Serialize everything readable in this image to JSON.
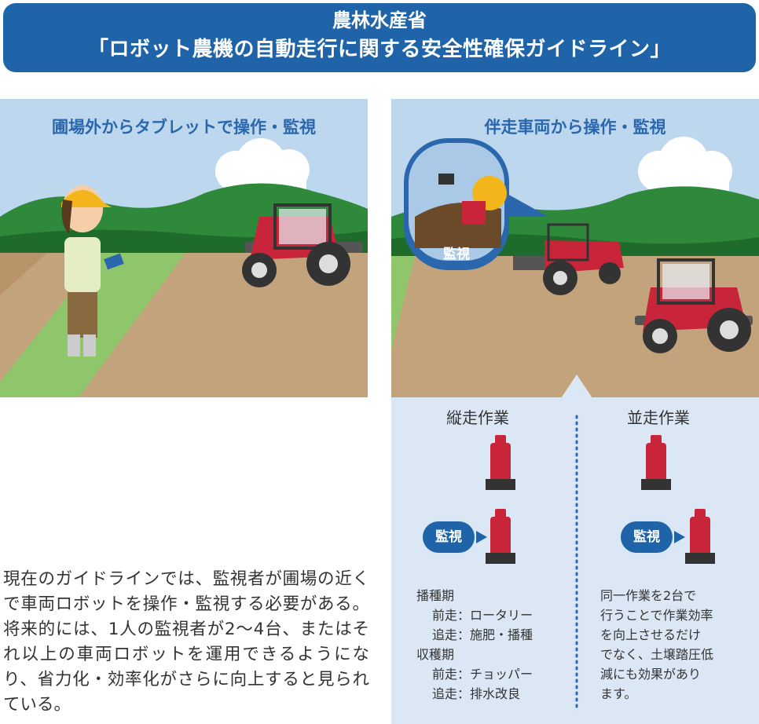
{
  "header": {
    "line1": "農林水産省",
    "line2": "「ロボット農機の自動走行に関する安全性確保ガイドライン」"
  },
  "left_panel": {
    "title": "圃場外からタブレットで操作・監視"
  },
  "right_panel": {
    "title": "伴走車両から操作・監視",
    "inset_label": "監視"
  },
  "modes": {
    "longitudinal": {
      "title": "縦走作業",
      "monitor_label": "監視",
      "periods": [
        {
          "name": "播種期",
          "rows": [
            {
              "role": "前走",
              "task": "ロータリー"
            },
            {
              "role": "追走",
              "task": "施肥・播種"
            }
          ]
        },
        {
          "name": "収穫期",
          "rows": [
            {
              "role": "前走",
              "task": "チョッパー"
            },
            {
              "role": "追走",
              "task": "排水改良"
            }
          ]
        }
      ]
    },
    "parallel": {
      "title": "並走作業",
      "monitor_label": "監視",
      "description_lines": [
        "同一作業を2台で",
        "行うことで作業効率",
        "を向上させるだけ",
        "でなく、土壌踏圧低",
        "減にも効果があり",
        "ます。"
      ]
    }
  },
  "paragraph": "現在のガイドラインでは、監視者が圃場の近くで車両ロボットを操作・監視する必要がある。将来的には、1人の監視者が2〜4台、またはそれ以上の車両ロボットを運用できるようになり、省力化・効率化がさらに向上すると見られている。",
  "colors": {
    "header_blue": "#1f64a8",
    "title_blue": "#2a67ad",
    "sky": "#bcd7ee",
    "soil": "#c3a37c",
    "forest": "#2e8a3a",
    "tractor_red": "#c8253a",
    "panel_bg": "#dbe7f4"
  }
}
